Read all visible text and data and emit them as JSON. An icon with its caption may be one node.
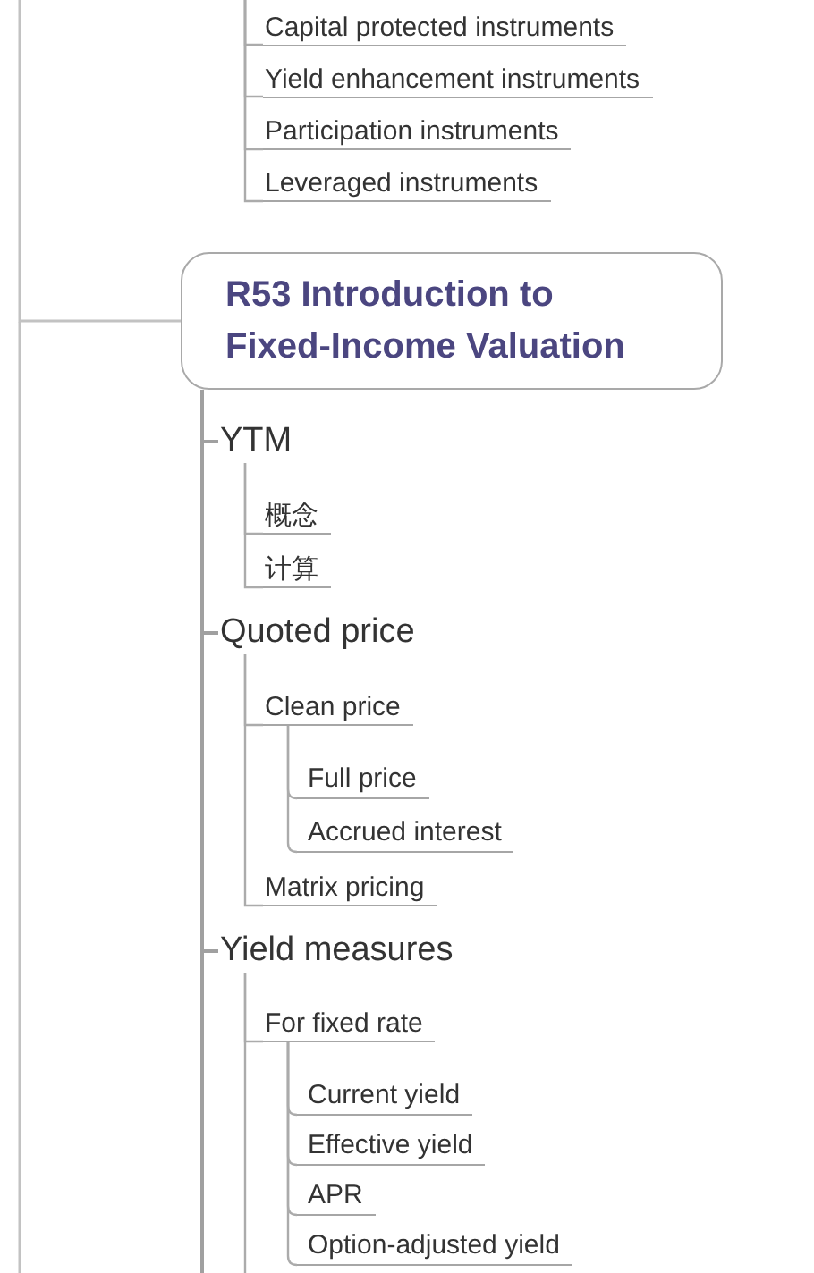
{
  "diagram": {
    "nodes": [
      {
        "text": [
          "Capital protected instruments"
        ]
      },
      {
        "text": [
          "Yield enhancement instruments"
        ]
      },
      {
        "text": [
          "Participation instruments"
        ]
      },
      {
        "text": [
          "Leveraged instruments"
        ]
      },
      {
        "text": [
          "R53 Introduction to Fixed-Income Valuation"
        ]
      },
      {
        "text": [
          "YTM"
        ]
      },
      {
        "text": [
          "概念"
        ]
      },
      {
        "text": [
          "计算"
        ]
      },
      {
        "text": [
          "Quoted price"
        ]
      },
      {
        "text": [
          "Clean price"
        ]
      },
      {
        "text": [
          "Full price"
        ]
      },
      {
        "text": [
          "Accrued interest"
        ]
      },
      {
        "text": [
          "Matrix pricing"
        ]
      },
      {
        "text": [
          "Yield measures"
        ]
      },
      {
        "text": [
          "For fixed rate"
        ]
      },
      {
        "text": [
          "Current yield"
        ]
      },
      {
        "text": [
          "Effective yield"
        ]
      },
      {
        "text": [
          "APR"
        ]
      },
      {
        "text": [
          "Option-adjusted yield"
        ]
      }
    ],
    "edges": [
      {
        "from": null,
        "to": 0,
        "arrow": "none"
      },
      {
        "from": null,
        "to": 1,
        "arrow": "none"
      },
      {
        "from": null,
        "to": 2,
        "arrow": "none"
      },
      {
        "from": null,
        "to": 3,
        "arrow": "none"
      },
      {
        "from": null,
        "to": 4,
        "arrow": "none"
      },
      {
        "from": 4,
        "to": 5,
        "arrow": "none"
      },
      {
        "from": 5,
        "to": 6,
        "arrow": "none"
      },
      {
        "from": 5,
        "to": 7,
        "arrow": "none"
      },
      {
        "from": 4,
        "to": 8,
        "arrow": "none"
      },
      {
        "from": 8,
        "to": 9,
        "arrow": "none"
      },
      {
        "from": 9,
        "to": 10,
        "arrow": "none"
      },
      {
        "from": 9,
        "to": 11,
        "arrow": "none"
      },
      {
        "from": 8,
        "to": 12,
        "arrow": "none"
      },
      {
        "from": 4,
        "to": 13,
        "arrow": "none"
      },
      {
        "from": 13,
        "to": 14,
        "arrow": "none"
      },
      {
        "from": 14,
        "to": 15,
        "arrow": "none"
      },
      {
        "from": 14,
        "to": 16,
        "arrow": "none"
      },
      {
        "from": 14,
        "to": 17,
        "arrow": "none"
      },
      {
        "from": 14,
        "to": 18,
        "arrow": "none"
      },
      {
        "from": 4,
        "to": null,
        "arrow": "none"
      },
      {
        "from": 13,
        "to": null,
        "arrow": "none"
      }
    ]
  }
}
